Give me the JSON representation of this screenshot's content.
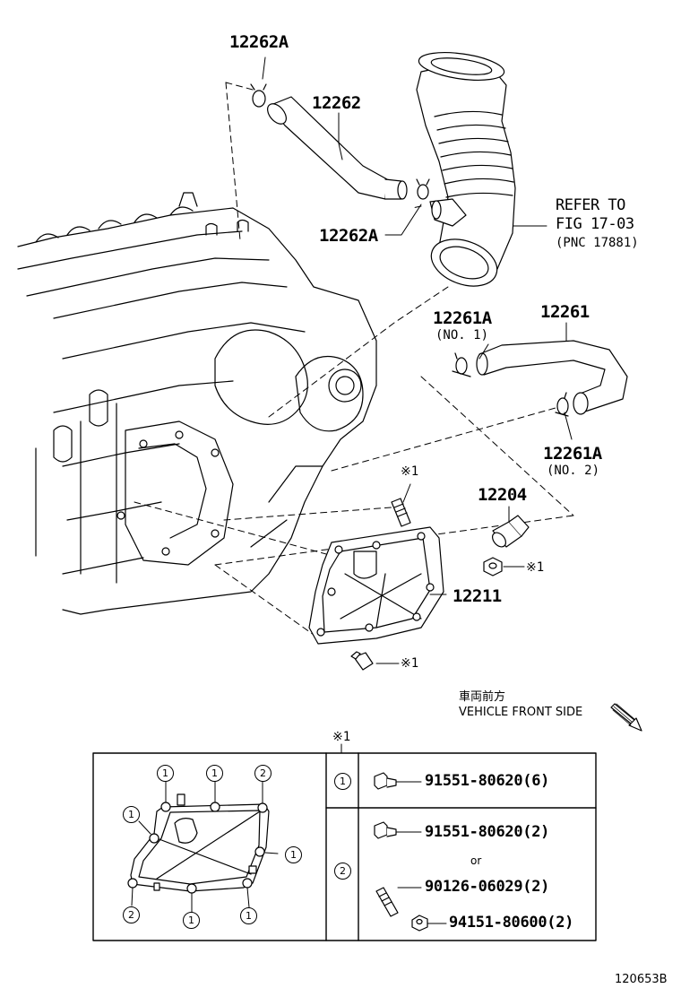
{
  "labels": {
    "p12262A_top": "12262A",
    "p12262": "12262",
    "p12262A_mid": "12262A",
    "refer_line1": "REFER TO",
    "refer_line2": "FIG 17-03",
    "refer_line3": "(PNC 17881)",
    "p12261A_1": "12261A",
    "p12261A_1_note": "(NO. 1)",
    "p12261": "12261",
    "p12261A_2": "12261A",
    "p12261A_2_note": "(NO. 2)",
    "p12204": "12204",
    "p12211": "12211",
    "mark_stud": "※1",
    "mark_nut": "※1",
    "mark_bolt": "※1",
    "front_jp": "車両前方",
    "front_en": "VEHICLE FRONT SIDE",
    "table_mark": "※1",
    "figure_id": "120653B"
  },
  "table": {
    "row1_key": "1",
    "row1_part": "91551-80620(6)",
    "row2_key": "2",
    "row2_part_a": "91551-80620(2)",
    "row2_or": "or",
    "row2_part_b": "90126-06029(2)",
    "row2_part_c": "94151-80600(2)"
  },
  "inset_positions": {
    "c1": "1",
    "c2": "1",
    "c3": "2",
    "c4": "1",
    "c5": "1",
    "c6": "2",
    "c7": "1",
    "c8": "1"
  },
  "icons": [
    "dashed-leader-lines",
    "engine-block",
    "pcv-hose",
    "air-hose",
    "bolt",
    "stud",
    "nut",
    "direction-arrow"
  ]
}
